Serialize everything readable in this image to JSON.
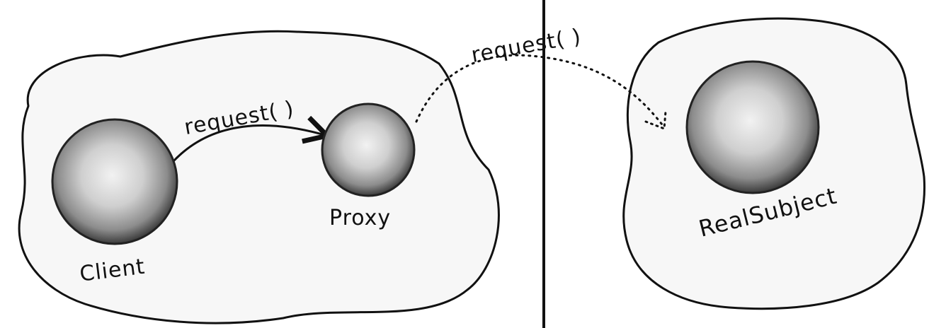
{
  "labels": {
    "client": "Client",
    "proxy": "Proxy",
    "real_subject": "RealSubject",
    "request_local": "request( )",
    "request_remote": "request( )"
  },
  "colors": {
    "ink": "#111111",
    "blob_fill": "#f7f7f7",
    "sphere_highlight": "#f2f2f2",
    "sphere_mid": "#a9a9a9",
    "sphere_edge": "#3a3a3a"
  }
}
